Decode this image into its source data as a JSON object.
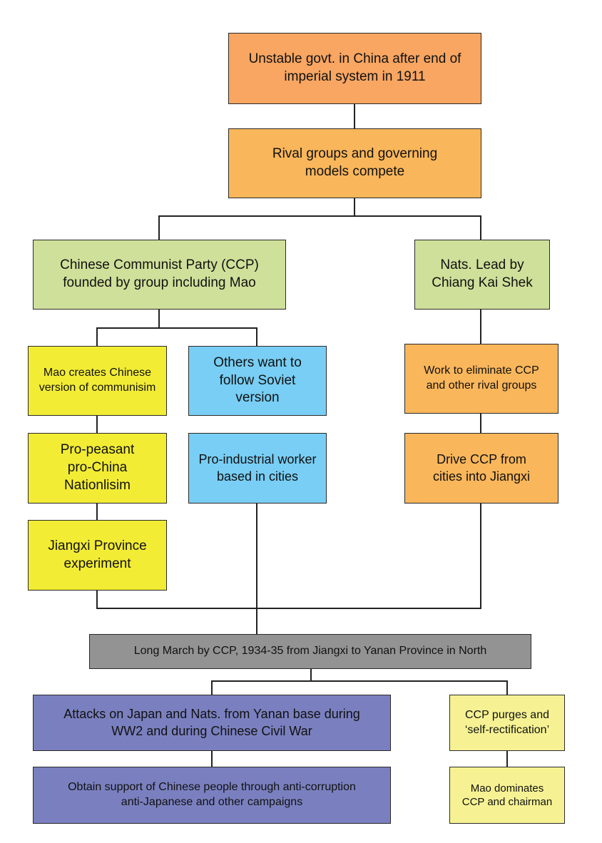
{
  "nodes": {
    "n1": "Unstable govt. in China after end of\nimperial system in 1911",
    "n2": "Rival groups and governing\nmodels compete",
    "n3": "Chinese Communist Party (CCP)\nfounded by group including Mao",
    "n4": "Nats. Lead by\nChiang Kai Shek",
    "n5": "Mao creates Chinese\nversion of communisim",
    "n6": "Others want to\nfollow Soviet\nversion",
    "n7": "Work to eliminate CCP\nand other rival groups",
    "n8": "Pro-peasant\npro-China\nNationlisim",
    "n9": "Pro-industrial worker\nbased in cities",
    "n10": "Drive CCP from\ncities into Jiangxi",
    "n11": "Jiangxi Province\nexperiment",
    "n12": "Long March by CCP, 1934-35 from Jiangxi to Yanan Province in North",
    "n13": "Attacks on Japan and Nats. from Yanan base during\nWW2 and during Chinese Civil War",
    "n14": "CCP purges and\n‘self-rectification’",
    "n15": "Obtain support of Chinese people through anti-corruption\nanti-Japanese and other campaigns",
    "n16": "Mao dominates\nCCP and chairman"
  }
}
